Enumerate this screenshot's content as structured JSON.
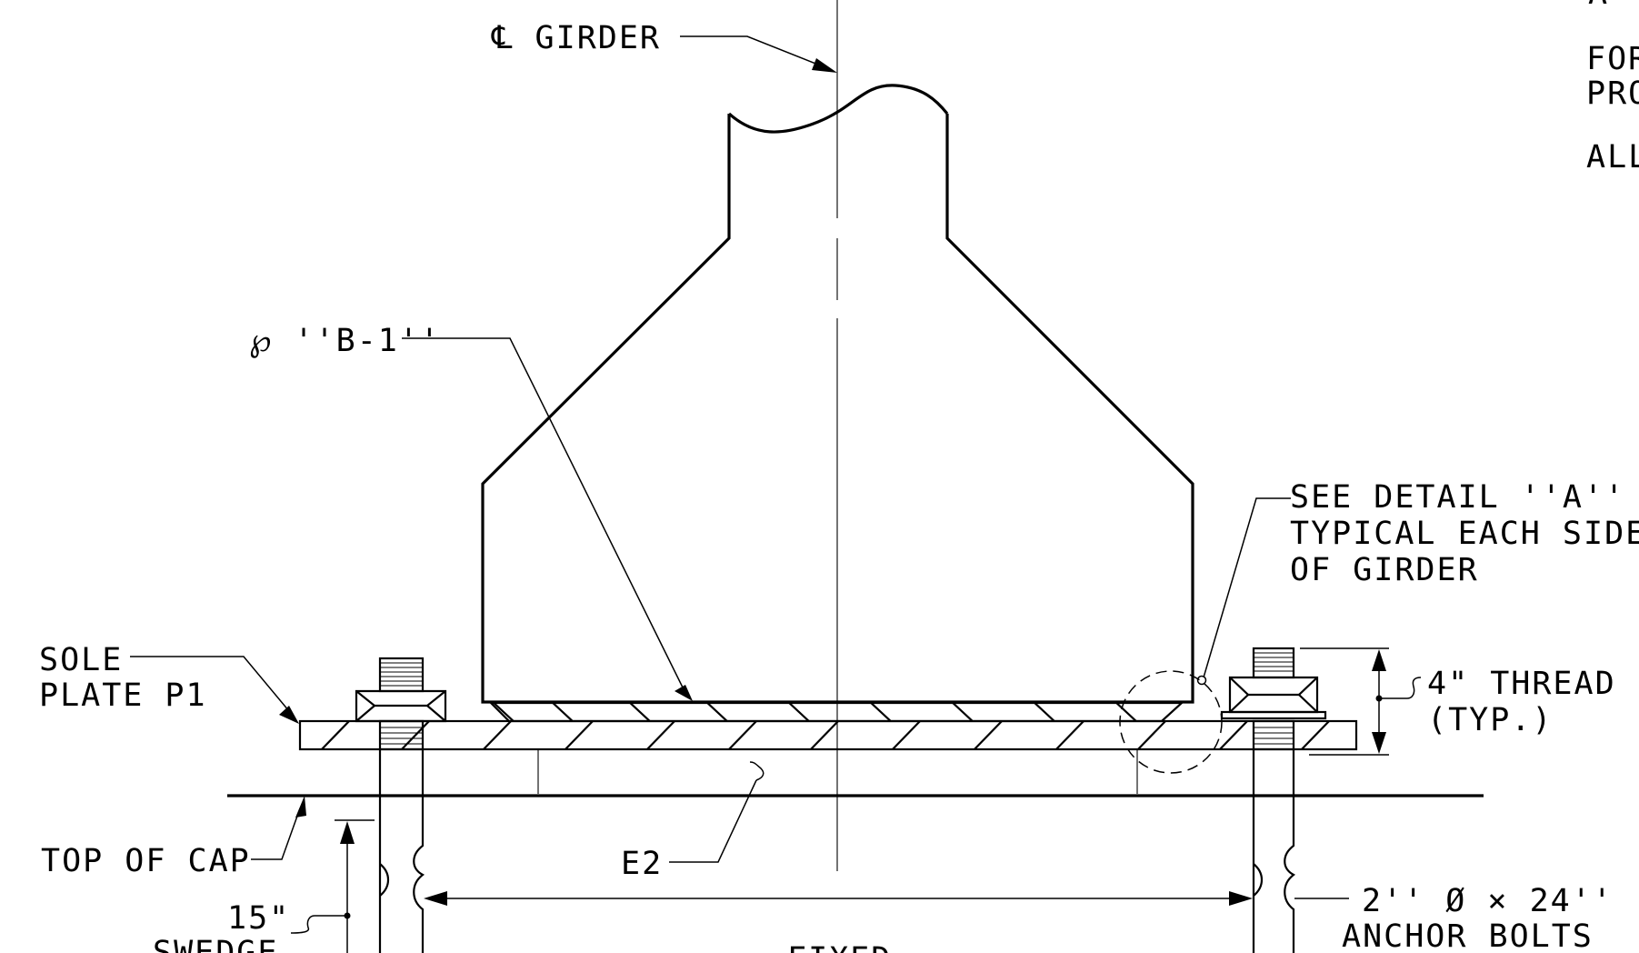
{
  "labels": {
    "cl_girder": "℄ GIRDER",
    "plate_b1": "℘ ''B-1''",
    "sole_plate_1": "SOLE",
    "sole_plate_2": "PLATE P1",
    "top_of_cap": "TOP OF CAP",
    "e2": "E2",
    "detail_a_1": "SEE DETAIL ''A''",
    "detail_a_2": "TYPICAL EACH SIDE",
    "detail_a_3": "OF GIRDER",
    "thread_1": "4\" THREAD",
    "thread_2": "(TYP.)",
    "swedge_1": "15\"",
    "swedge_2": "SWEDGE",
    "anchor_1": "2'' Ø × 24''",
    "anchor_2": "ANCHOR BOLTS",
    "fixed": "FIXED",
    "note_1": "A",
    "note_2": "FOR",
    "note_3": "PRO",
    "note_4": "ALL"
  }
}
